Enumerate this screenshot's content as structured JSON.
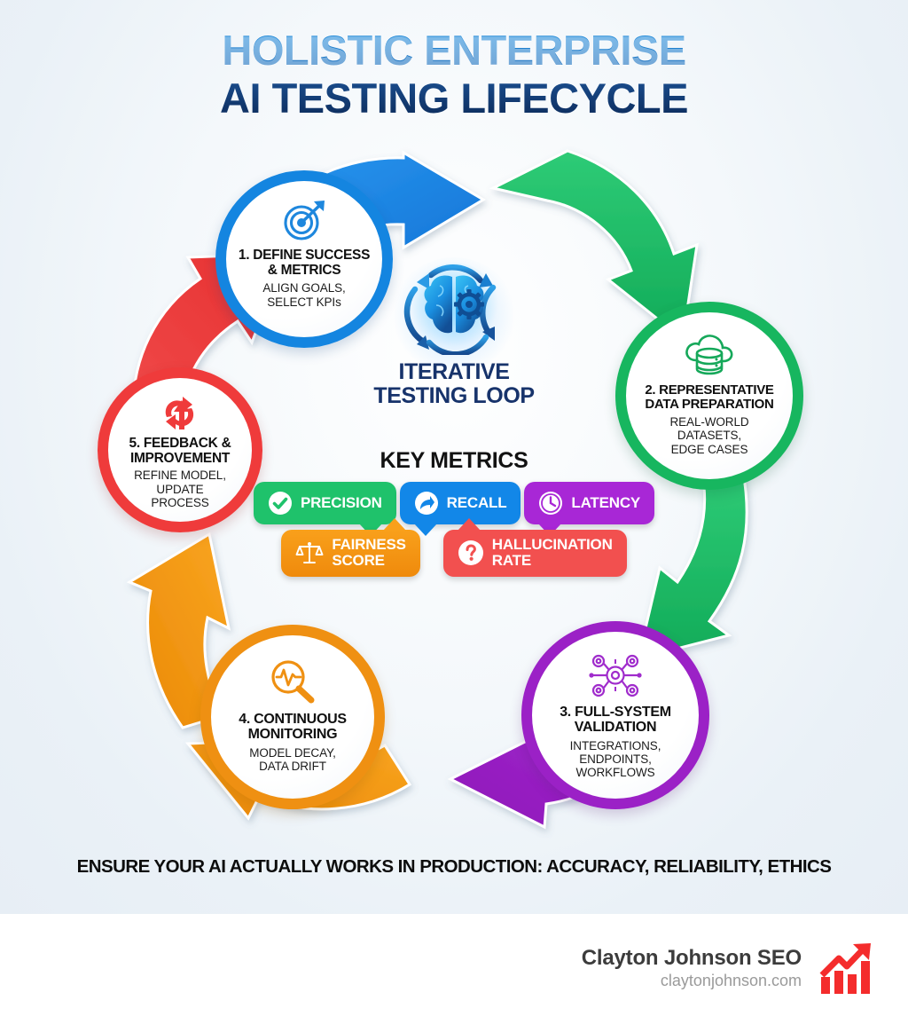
{
  "title": {
    "line1": "HOLISTIC ENTERPRISE",
    "line2": "AI TESTING LIFECYCLE"
  },
  "hub": {
    "icon": "brain-gear-cycle-icon",
    "label_line1": "ITERATIVE",
    "label_line2": "TESTING LOOP"
  },
  "steps": [
    {
      "id": "define-success",
      "icon": "target-icon",
      "title_line1": "1. DEFINE SUCCESS",
      "title_line2": "& METRICS",
      "sub_line1": "ALIGN GOALS,",
      "sub_line2": "SELECT KPIs",
      "color": "#1485e0"
    },
    {
      "id": "data-preparation",
      "icon": "cloud-database-icon",
      "title_line1": "2. REPRESENTATIVE",
      "title_line2": "DATA PREPARATION",
      "sub_line1": "REAL-WORLD",
      "sub_line2": "DATASETS,",
      "sub_line3": "EDGE CASES",
      "color": "#17b65f"
    },
    {
      "id": "full-system-validation",
      "icon": "gear-network-icon",
      "title_line1": "3. FULL-SYSTEM",
      "title_line2": "VALIDATION",
      "sub_line1": "INTEGRATIONS,",
      "sub_line2": "ENDPOINTS,",
      "sub_line3": "WORKFLOWS",
      "color": "#9b21c6"
    },
    {
      "id": "continuous-monitoring",
      "icon": "magnifier-pulse-icon",
      "title_line1": "4. CONTINUOUS",
      "title_line2": "MONITORING",
      "sub_line1": "MODEL DECAY,",
      "sub_line2": "DATA DRIFT",
      "color": "#ef9012"
    },
    {
      "id": "feedback-improvement",
      "icon": "refresh-cycle-icon",
      "title_line1": "5. FEEDBACK &",
      "title_line2": "IMPROVEMENT",
      "sub_line1": "REFINE MODEL,",
      "sub_line2": "UPDATE",
      "sub_line3": "PROCESS",
      "color": "#ef3b3b"
    }
  ],
  "key_metrics": {
    "heading": "KEY METRICS",
    "items": [
      {
        "id": "precision",
        "label": "PRECISION",
        "icon": "check-circle-icon",
        "color": "#1fc26b"
      },
      {
        "id": "recall",
        "label": "RECALL",
        "icon": "curved-arrow-icon",
        "color": "#1287e8"
      },
      {
        "id": "latency",
        "label": "LATENCY",
        "icon": "clock-icon",
        "color": "#a827d6"
      },
      {
        "id": "fairness",
        "label_line1": "FAIRNESS",
        "label_line2": "SCORE",
        "icon": "scales-icon",
        "color": "#f9a01b"
      },
      {
        "id": "hallucination",
        "label_line1": "HALLUCINATION",
        "label_line2": "RATE",
        "icon": "question-circle-icon",
        "color": "#f2504f"
      }
    ]
  },
  "tagline": "ENSURE YOUR AI ACTUALLY WORKS IN PRODUCTION: ACCURACY, RELIABILITY, ETHICS",
  "footer": {
    "brand_name": "Clayton Johnson SEO",
    "brand_url": "claytonjohnson.com",
    "logo_icon": "growth-bar-chart-icon",
    "logo_color": "#f42c2c"
  }
}
